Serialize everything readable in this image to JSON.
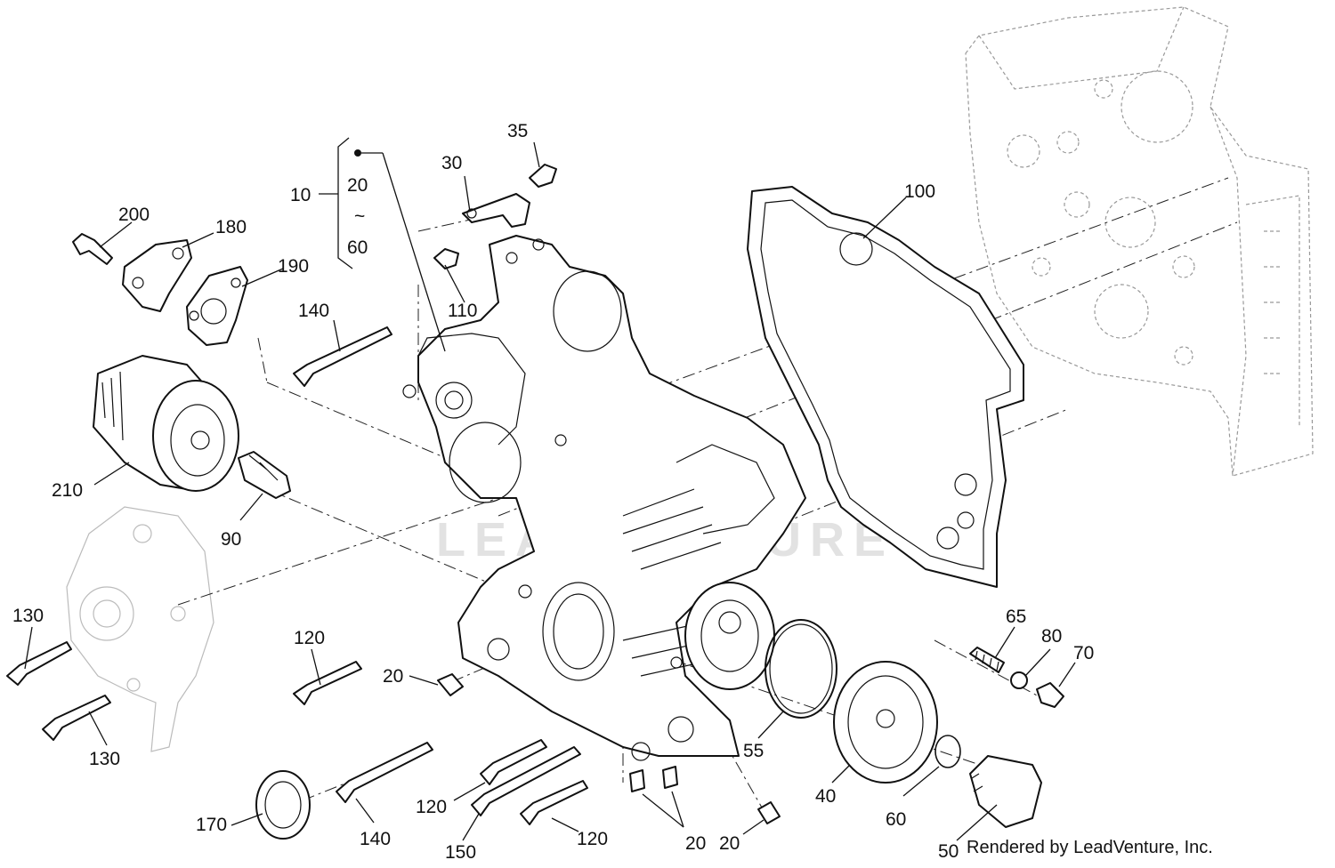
{
  "diagram": {
    "watermark": "LEADVENTURE",
    "credit": "Rendered by LeadVenture, Inc.",
    "range": {
      "group": "10",
      "from": "20",
      "tilde": "~",
      "to": "60"
    },
    "callouts": [
      {
        "id": "c35",
        "text": "35"
      },
      {
        "id": "c30",
        "text": "30"
      },
      {
        "id": "c200",
        "text": "200"
      },
      {
        "id": "c180",
        "text": "180"
      },
      {
        "id": "c190",
        "text": "190"
      },
      {
        "id": "c100",
        "text": "100"
      },
      {
        "id": "c140a",
        "text": "140"
      },
      {
        "id": "c110",
        "text": "110"
      },
      {
        "id": "c210",
        "text": "210"
      },
      {
        "id": "c90",
        "text": "90"
      },
      {
        "id": "c130a",
        "text": "130"
      },
      {
        "id": "c130b",
        "text": "130"
      },
      {
        "id": "c120a",
        "text": "120"
      },
      {
        "id": "c20a",
        "text": "20"
      },
      {
        "id": "c65",
        "text": "65"
      },
      {
        "id": "c80",
        "text": "80"
      },
      {
        "id": "c70",
        "text": "70"
      },
      {
        "id": "c55",
        "text": "55"
      },
      {
        "id": "c40",
        "text": "40"
      },
      {
        "id": "c60",
        "text": "60"
      },
      {
        "id": "c50",
        "text": "50"
      },
      {
        "id": "c170",
        "text": "170"
      },
      {
        "id": "c140b",
        "text": "140"
      },
      {
        "id": "c120b",
        "text": "120"
      },
      {
        "id": "c150",
        "text": "150"
      },
      {
        "id": "c120c",
        "text": "120"
      },
      {
        "id": "c20b",
        "text": "20"
      },
      {
        "id": "c20c",
        "text": "20"
      }
    ]
  }
}
